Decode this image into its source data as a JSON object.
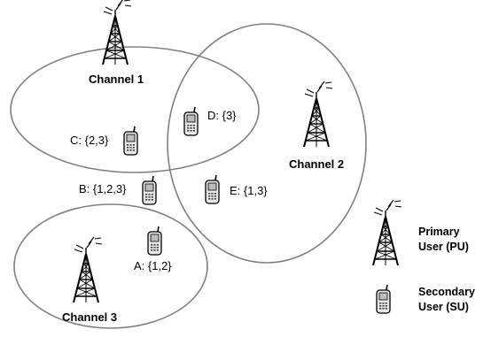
{
  "diagram": {
    "channels": [
      {
        "id": "ch1",
        "label": "Channel 1"
      },
      {
        "id": "ch2",
        "label": "Channel 2"
      },
      {
        "id": "ch3",
        "label": "Channel 3"
      }
    ],
    "secondary_users": [
      {
        "id": "A",
        "label": "A: {1,2}"
      },
      {
        "id": "B",
        "label": "B: {1,2,3}"
      },
      {
        "id": "C",
        "label": "C: {2,3}"
      },
      {
        "id": "D",
        "label": "D: {3}"
      },
      {
        "id": "E",
        "label": "E: {1,3}"
      }
    ]
  },
  "legend": {
    "primary_line1": "Primary",
    "primary_line2": "User (PU)",
    "secondary_line1": "Secondary",
    "secondary_line2": "User (SU)"
  }
}
